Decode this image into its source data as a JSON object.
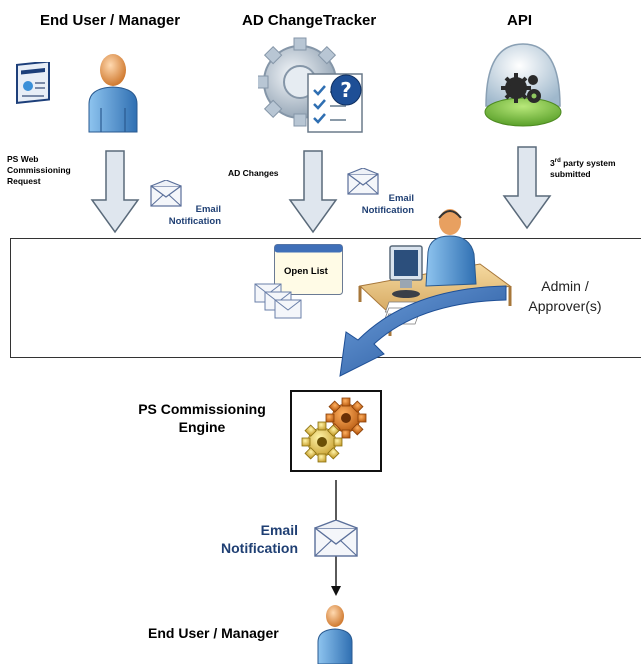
{
  "headers": {
    "end_user": "End User / Manager",
    "ad_tracker": "AD ChangeTracker",
    "api": "API"
  },
  "inputs": {
    "ps_web_line1": "PS Web",
    "ps_web_line2": "Commissioning",
    "ps_web_line3": "Request",
    "ad_changes": "AD Changes",
    "third_party_pre": "3",
    "third_party_sup": "rd",
    "third_party_post": " party system",
    "third_party_line2": "submitted"
  },
  "email": {
    "word": "Email",
    "notification": "Notification"
  },
  "open_list": "Open List",
  "admin": {
    "line1": "Admin /",
    "line2": "Approver(s)"
  },
  "engine": {
    "line1": "PS Commissioning",
    "line2": "Engine"
  },
  "final_user": "End User / Manager",
  "colors": {
    "arrow_fill": "#dfe6ee",
    "arrow_stroke": "#5a6a7a",
    "curved_arrow": "#3a72b8",
    "email_text": "#1f3f73",
    "person_head": "#e8a060",
    "person_body": "#5c9ed8"
  }
}
